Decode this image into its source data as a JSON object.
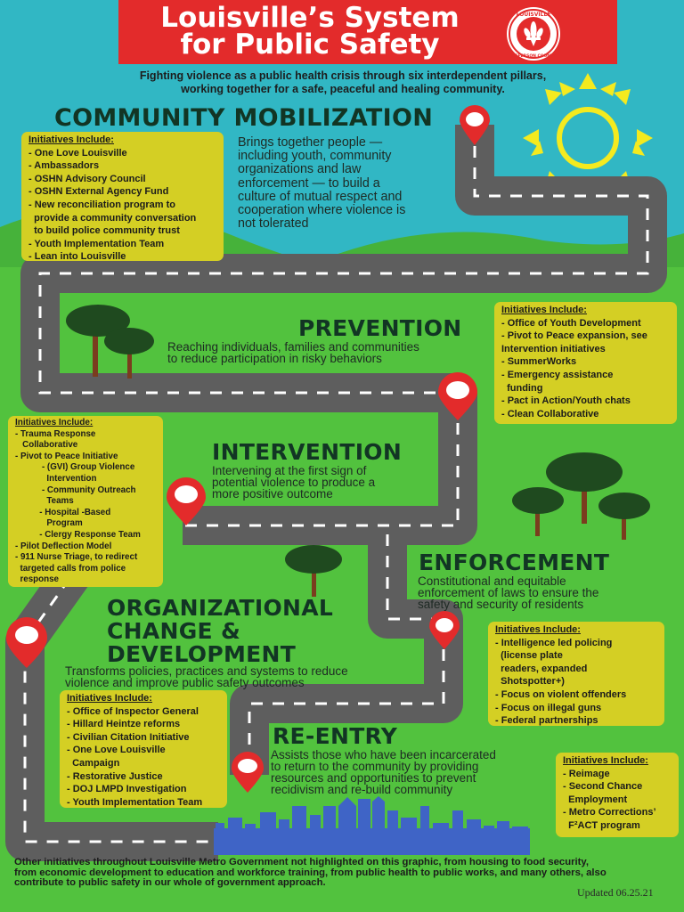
{
  "header": {
    "title_line1": "Louisville’s System",
    "title_line2": "for Public Safety",
    "seal_top_text": "LOUISVILLE",
    "seal_bottom_text": "JEFFERSON COUNTY",
    "subtitle_line1": "Fighting violence as a public health crisis through six interdependent pillars,",
    "subtitle_line2": "working together for a safe, peaceful and healing community."
  },
  "colors": {
    "sky": "#31b7c4",
    "grass": "#52c23e",
    "road": "#5e5e5e",
    "banner": "#e32b2b",
    "initiative_box": "#d4cf24",
    "pin": "#e32b2b",
    "sun": "#f4ea1f",
    "skyline": "#3f64c6"
  },
  "icons": {
    "pin": "map-pin-icon",
    "sun": "sun-icon",
    "tree": "tree-icon",
    "skyline": "city-skyline-icon",
    "seal": "city-seal-icon"
  },
  "pillars": {
    "community": {
      "heading": "COMMUNITY MOBILIZATION",
      "description": [
        "Brings together people —",
        "including youth, community",
        "organizations and law",
        "enforcement — to build a",
        "culture of mutual respect and",
        "cooperation where violence is",
        "not tolerated"
      ],
      "initiatives_title": "Initiatives Include:",
      "initiatives": [
        "- One Love Louisville",
        "- Ambassadors",
        "- OSHN Advisory Council",
        "- OSHN External Agency Fund",
        "- New reconciliation program to",
        "  provide a community conversation",
        "  to build police community trust",
        "- Youth Implementation Team",
        "- Lean into Louisville"
      ]
    },
    "prevention": {
      "heading": "PREVENTION",
      "description": [
        "Reaching individuals, families and communities",
        "to reduce participation in risky behaviors"
      ],
      "initiatives_title": "Initiatives Include:",
      "initiatives": [
        "- Office of Youth Development",
        "- Pivot to Peace expansion, see",
        "Intervention initiatives",
        "- SummerWorks",
        "- Emergency assistance",
        "  funding",
        "- Pact in Action/Youth chats",
        "- Clean Collaborative"
      ]
    },
    "intervention": {
      "heading": "INTERVENTION",
      "description": [
        "Intervening at the first sign of",
        "potential violence to produce a",
        "more positive outcome"
      ],
      "initiatives_title": "Initiatives Include:",
      "initiatives": [
        "- Trauma Response",
        "   Collaborative",
        "- Pivot to Peace Initiative",
        "           - (GVI) Group Violence",
        "             Intervention",
        "           - Community Outreach",
        "             Teams",
        "          - Hospital -Based",
        "             Program",
        "          - Clergy Response Team",
        "- Pilot Deflection Model",
        "- 911 Nurse Triage, to redirect",
        "  targeted calls from police",
        "  response"
      ]
    },
    "enforcement": {
      "heading": "ENFORCEMENT",
      "description": [
        "Constitutional and equitable",
        "enforcement of laws to ensure the",
        "safety and security of residents"
      ],
      "initiatives_title": "Initiatives Include:",
      "initiatives": [
        "- Intelligence led policing",
        "  (license plate",
        "  readers, expanded",
        "  Shotspotter+)",
        "- Focus on violent offenders",
        "- Focus on illegal guns",
        "- Federal partnerships"
      ]
    },
    "organizational": {
      "heading_line1": "ORGANIZATIONAL",
      "heading_line2": "CHANGE &",
      "heading_line3": "DEVELOPMENT",
      "description": [
        "Transforms policies, practices and systems to reduce",
        "violence and improve public safety outcomes"
      ],
      "initiatives_title": "Initiatives Include:",
      "initiatives": [
        "- Office of Inspector General",
        "- Hillard Heintze reforms",
        "- Civilian Citation Initiative",
        "- One Love Louisville",
        "  Campaign",
        "- Restorative Justice",
        "- DOJ LMPD Investigation",
        "- Youth Implementation Team"
      ]
    },
    "reentry": {
      "heading": "RE-ENTRY",
      "description": [
        "Assists those who have been incarcerated",
        "to return to the community by providing",
        "resources and opportunities to prevent",
        "recidivism and re-build community"
      ],
      "initiatives_title": "Initiatives Include:",
      "initiatives": [
        "- Reimage",
        "- Second Chance",
        "  Employment",
        "- Metro Corrections’",
        "  F²ACT program"
      ]
    }
  },
  "footer": {
    "note": [
      "Other initiatives throughout Louisville Metro Government not highlighted on this graphic, from housing to food security,",
      "from economic development to education and workforce training, from public health to public works, and many others, also",
      "contribute to public safety in our whole of government approach."
    ],
    "updated": "Updated 06.25.21"
  }
}
